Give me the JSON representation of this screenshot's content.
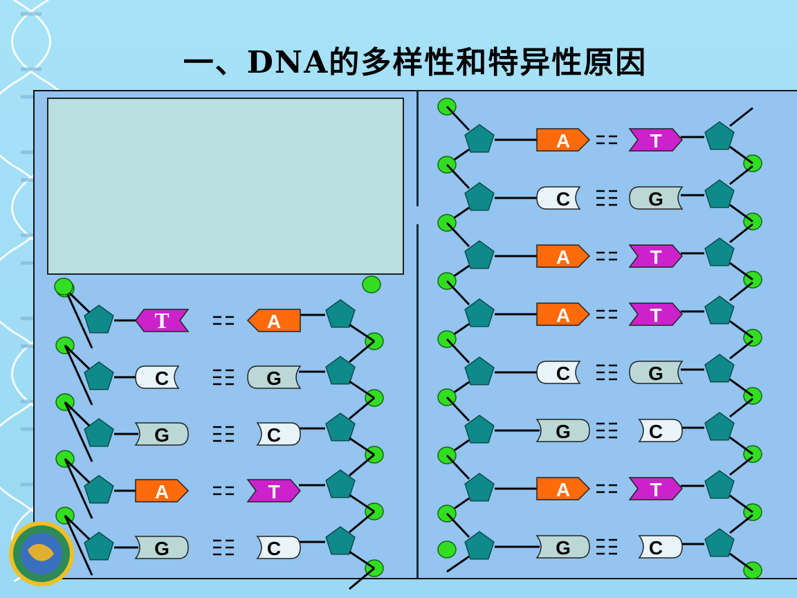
{
  "slide": {
    "title": "一、DNA的多样性和特异性原因"
  },
  "left_strand": {
    "pairs": [
      {
        "left": "T",
        "right": "A"
      },
      {
        "left": "C",
        "right": "G"
      },
      {
        "left": "G",
        "right": "C"
      },
      {
        "left": "A",
        "right": "T"
      },
      {
        "left": "G",
        "right": "C"
      }
    ]
  },
  "right_strand": {
    "pairs": [
      {
        "left": "A",
        "right": "T"
      },
      {
        "left": "C",
        "right": "G"
      },
      {
        "left": "A",
        "right": "T"
      },
      {
        "left": "A",
        "right": "T"
      },
      {
        "left": "C",
        "right": "G"
      },
      {
        "left": "G",
        "right": "C"
      },
      {
        "left": "A",
        "right": "T"
      },
      {
        "left": "G",
        "right": "C"
      }
    ]
  },
  "colors": {
    "A": "#ff6a0a",
    "T": "#cc22cc",
    "C": "#e8f4f8",
    "G": "#bcd8d6",
    "sugar": "#0f8a8a",
    "phosphate": "#33dd22",
    "panel": "#94c4ef",
    "background": "#a2dcf5"
  }
}
